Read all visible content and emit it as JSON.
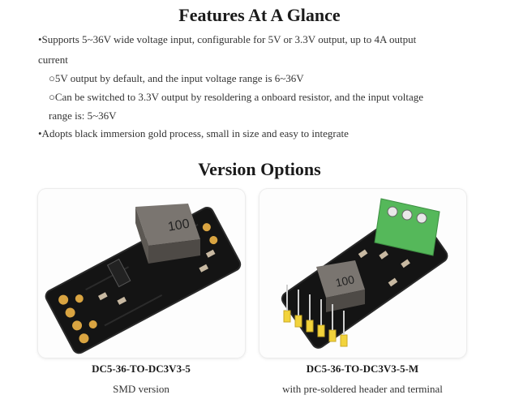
{
  "features": {
    "title": "Features At A Glance",
    "bullet1_line1": "•Supports 5~36V wide voltage input, configurable for 5V or 3.3V output, up to 4A output",
    "bullet1_line2": "current",
    "sub1": "○5V output by default, and the input voltage range is 6~36V",
    "sub2_line1": "○Can be switched to 3.3V output by resoldering a onboard resistor, and the input voltage",
    "sub2_line2": "range is: 5~36V",
    "bullet2": "•Adopts black immersion gold process, small in size and easy to integrate"
  },
  "versions": {
    "title": "Version Options",
    "items": [
      {
        "model": "DC5-36-TO-DC3V3-5",
        "description": "SMD version",
        "inductor_label": "100"
      },
      {
        "model": "DC5-36-TO-DC3V3-5-M",
        "description": "with pre-soldered header and terminal",
        "inductor_label": "100"
      }
    ]
  },
  "colors": {
    "pcb": "#141414",
    "gold": "#d9a441",
    "terminal": "#55b85a",
    "header": "#f2d33b"
  }
}
